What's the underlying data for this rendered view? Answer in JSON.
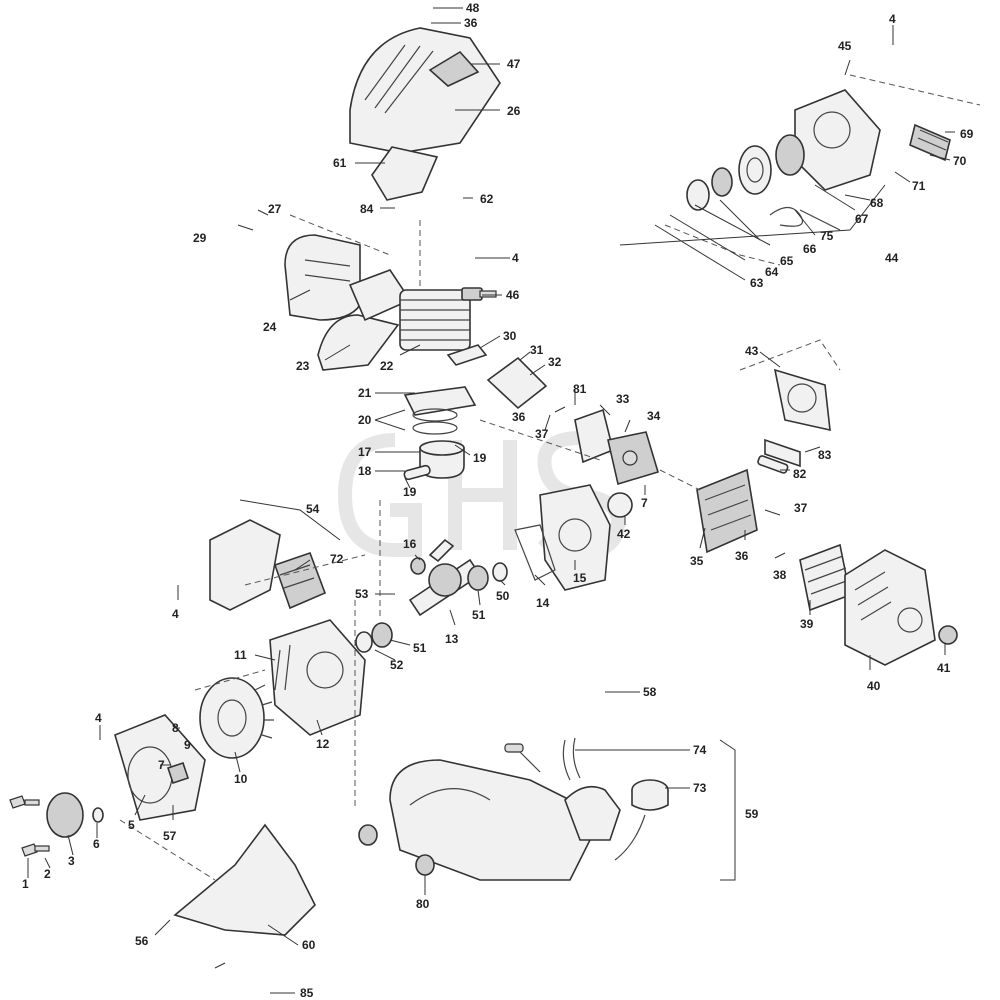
{
  "watermark": "GHS",
  "callouts": [
    {
      "id": "c1",
      "text": "1"
    },
    {
      "id": "c2",
      "text": "2"
    },
    {
      "id": "c3",
      "text": "3"
    },
    {
      "id": "c4a",
      "text": "4"
    },
    {
      "id": "c4b",
      "text": "4"
    },
    {
      "id": "c4c",
      "text": "4"
    },
    {
      "id": "c4d",
      "text": "4"
    },
    {
      "id": "c5",
      "text": "5"
    },
    {
      "id": "c6",
      "text": "6"
    },
    {
      "id": "c7a",
      "text": "7"
    },
    {
      "id": "c7b",
      "text": "7"
    },
    {
      "id": "c8",
      "text": "8"
    },
    {
      "id": "c9",
      "text": "9"
    },
    {
      "id": "c10",
      "text": "10"
    },
    {
      "id": "c11",
      "text": "11"
    },
    {
      "id": "c12",
      "text": "12"
    },
    {
      "id": "c13",
      "text": "13"
    },
    {
      "id": "c14",
      "text": "14"
    },
    {
      "id": "c15",
      "text": "15"
    },
    {
      "id": "c16",
      "text": "16"
    },
    {
      "id": "c17",
      "text": "17"
    },
    {
      "id": "c18",
      "text": "18"
    },
    {
      "id": "c19a",
      "text": "19"
    },
    {
      "id": "c19b",
      "text": "19"
    },
    {
      "id": "c20",
      "text": "20"
    },
    {
      "id": "c21",
      "text": "21"
    },
    {
      "id": "c22",
      "text": "22"
    },
    {
      "id": "c23",
      "text": "23"
    },
    {
      "id": "c24",
      "text": "24"
    },
    {
      "id": "c26",
      "text": "26"
    },
    {
      "id": "c27",
      "text": "27"
    },
    {
      "id": "c29",
      "text": "29"
    },
    {
      "id": "c30",
      "text": "30"
    },
    {
      "id": "c31",
      "text": "31"
    },
    {
      "id": "c32",
      "text": "32"
    },
    {
      "id": "c33",
      "text": "33"
    },
    {
      "id": "c34",
      "text": "34"
    },
    {
      "id": "c35",
      "text": "35"
    },
    {
      "id": "c36a",
      "text": "36"
    },
    {
      "id": "c36b",
      "text": "36"
    },
    {
      "id": "c36c",
      "text": "36"
    },
    {
      "id": "c37a",
      "text": "37"
    },
    {
      "id": "c37b",
      "text": "37"
    },
    {
      "id": "c38",
      "text": "38"
    },
    {
      "id": "c39",
      "text": "39"
    },
    {
      "id": "c40",
      "text": "40"
    },
    {
      "id": "c41",
      "text": "41"
    },
    {
      "id": "c42",
      "text": "42"
    },
    {
      "id": "c43",
      "text": "43"
    },
    {
      "id": "c44",
      "text": "44"
    },
    {
      "id": "c45",
      "text": "45"
    },
    {
      "id": "c46",
      "text": "46"
    },
    {
      "id": "c47",
      "text": "47"
    },
    {
      "id": "c48",
      "text": "48"
    },
    {
      "id": "c50",
      "text": "50"
    },
    {
      "id": "c51a",
      "text": "51"
    },
    {
      "id": "c51b",
      "text": "51"
    },
    {
      "id": "c52",
      "text": "52"
    },
    {
      "id": "c53",
      "text": "53"
    },
    {
      "id": "c54",
      "text": "54"
    },
    {
      "id": "c56",
      "text": "56"
    },
    {
      "id": "c57",
      "text": "57"
    },
    {
      "id": "c58",
      "text": "58"
    },
    {
      "id": "c59",
      "text": "59"
    },
    {
      "id": "c60",
      "text": "60"
    },
    {
      "id": "c61",
      "text": "61"
    },
    {
      "id": "c62",
      "text": "62"
    },
    {
      "id": "c63",
      "text": "63"
    },
    {
      "id": "c64",
      "text": "64"
    },
    {
      "id": "c65",
      "text": "65"
    },
    {
      "id": "c66",
      "text": "66"
    },
    {
      "id": "c67",
      "text": "67"
    },
    {
      "id": "c68",
      "text": "68"
    },
    {
      "id": "c69",
      "text": "69"
    },
    {
      "id": "c70",
      "text": "70"
    },
    {
      "id": "c71",
      "text": "71"
    },
    {
      "id": "c72",
      "text": "72"
    },
    {
      "id": "c73",
      "text": "73"
    },
    {
      "id": "c74",
      "text": "74"
    },
    {
      "id": "c75",
      "text": "75"
    },
    {
      "id": "c80",
      "text": "80"
    },
    {
      "id": "c81",
      "text": "81"
    },
    {
      "id": "c82",
      "text": "82"
    },
    {
      "id": "c83",
      "text": "83"
    },
    {
      "id": "c84",
      "text": "84"
    },
    {
      "id": "c85",
      "text": "85"
    }
  ]
}
